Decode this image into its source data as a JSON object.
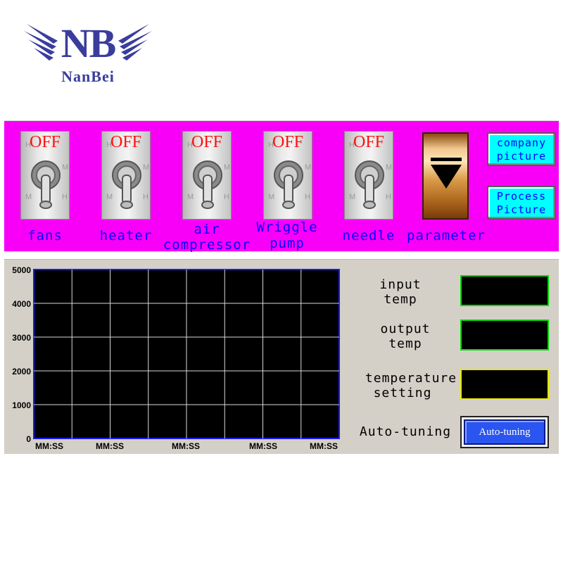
{
  "brand": {
    "logo_text": "NB",
    "name": "NanBei",
    "color": "#3a3d9c"
  },
  "switches": [
    {
      "id": "fans",
      "state": "OFF",
      "label": [
        "fans"
      ]
    },
    {
      "id": "heater",
      "state": "OFF",
      "label": [
        "heater"
      ]
    },
    {
      "id": "air-compressor",
      "state": "OFF",
      "label": [
        "air",
        "compressor"
      ]
    },
    {
      "id": "wriggle-pump",
      "state": "OFF",
      "label": [
        "Wriggle",
        "pump"
      ]
    },
    {
      "id": "needle",
      "state": "OFF",
      "label": [
        "needle"
      ]
    }
  ],
  "parameter": {
    "label": "parameter",
    "icon": "triangle-down-icon"
  },
  "buttons": {
    "company_picture": [
      "company",
      "picture"
    ],
    "process_picture": [
      "Process",
      "Picture"
    ]
  },
  "chart_data": {
    "type": "line",
    "y_ticks": [
      "5000",
      "4000",
      "3000",
      "2000",
      "1000",
      "0"
    ],
    "x_ticks": [
      "MM:SS",
      "MM:SS",
      "MM:SS",
      "MM:SS",
      "MM:SS"
    ],
    "ylim": [
      0,
      5000
    ],
    "grid": true,
    "series": []
  },
  "readouts": {
    "input_temp": {
      "label": [
        "input",
        "temp"
      ],
      "value": ""
    },
    "output_temp": {
      "label": [
        "output",
        "temp"
      ],
      "value": ""
    },
    "temperature_setting": {
      "label": [
        "temperature",
        "setting"
      ],
      "value": ""
    }
  },
  "auto_tuning": {
    "label": "Auto-tuning",
    "button": "Auto-tuning"
  },
  "colors": {
    "panel": "#f800f8",
    "label_blue": "#0000ff",
    "off_red": "#ff1010",
    "accent_cyan": "#00ffff"
  }
}
